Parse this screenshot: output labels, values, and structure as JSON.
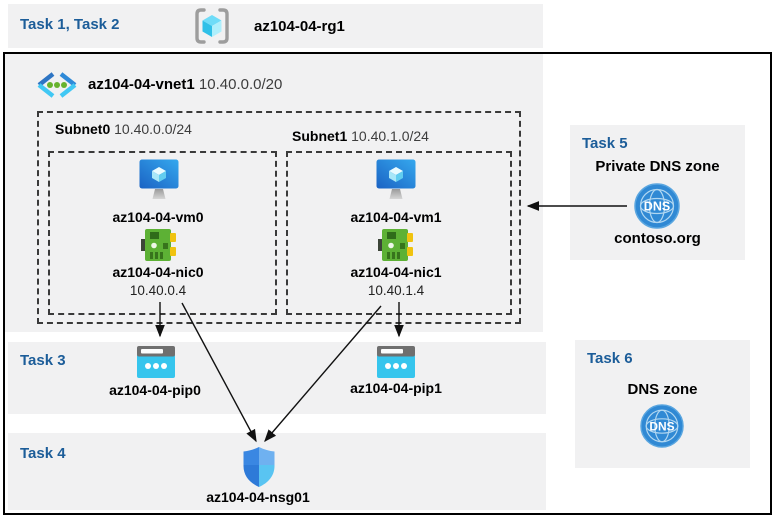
{
  "top": {
    "tasks_label": "Task 1, Task 2",
    "resource_group": "az104-04-rg1"
  },
  "vnet": {
    "name": "az104-04-vnet1",
    "cidr": "10.40.0.0/20"
  },
  "subnets": [
    {
      "name": "Subnet0",
      "cidr": "10.40.0.0/24",
      "vm": "az104-04-vm0",
      "nic": "az104-04-nic0",
      "nic_ip": "10.40.0.4"
    },
    {
      "name": "Subnet1",
      "cidr": "10.40.1.0/24",
      "vm": "az104-04-vm1",
      "nic": "az104-04-nic1",
      "nic_ip": "10.40.1.4"
    }
  ],
  "task3": {
    "label": "Task 3",
    "pips": [
      "az104-04-pip0",
      "az104-04-pip1"
    ]
  },
  "task4": {
    "label": "Task 4",
    "nsg": "az104-04-nsg01"
  },
  "task5": {
    "label": "Task 5",
    "title": "Private DNS zone",
    "zone": "contoso.org",
    "dns_icon_text": "DNS"
  },
  "task6": {
    "label": "Task 6",
    "title": "DNS zone",
    "dns_icon_text": "DNS"
  },
  "colors": {
    "task_label_blue": "#1C5D99",
    "panel_gray": "#F1F1F2",
    "arrow_black": "#111111",
    "vm_blue": "#2B8FE0",
    "nic_green": "#5DB135",
    "pip_cyan": "#36C5ED",
    "dns_blue": "#3089D4",
    "shield_blue": "#3286E2"
  }
}
